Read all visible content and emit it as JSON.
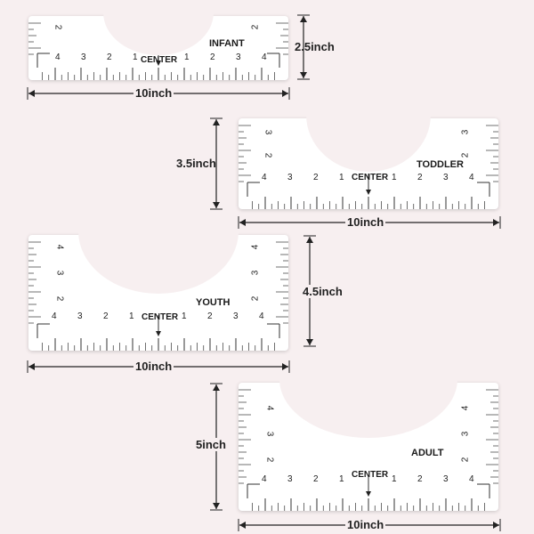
{
  "rulers": {
    "infant": {
      "name": "INFANT",
      "center": "CENTER",
      "height": "2.5inch",
      "width": "10inch"
    },
    "toddler": {
      "name": "TODDLER",
      "center": "CENTER",
      "height": "3.5inch",
      "width": "10inch"
    },
    "youth": {
      "name": "YOUTH",
      "center": "CENTER",
      "height": "4.5inch",
      "width": "10inch"
    },
    "adult": {
      "name": "ADULT",
      "center": "CENTER",
      "height": "5inch",
      "width": "10inch"
    }
  },
  "scale_numbers": [
    "4",
    "3",
    "2",
    "1",
    "1",
    "2",
    "3",
    "4"
  ],
  "side_numbers": {
    "infant": [
      "2"
    ],
    "toddler": [
      "3",
      "2"
    ],
    "youth": [
      "4",
      "3",
      "2"
    ],
    "adult": [
      "4",
      "3",
      "2"
    ]
  }
}
